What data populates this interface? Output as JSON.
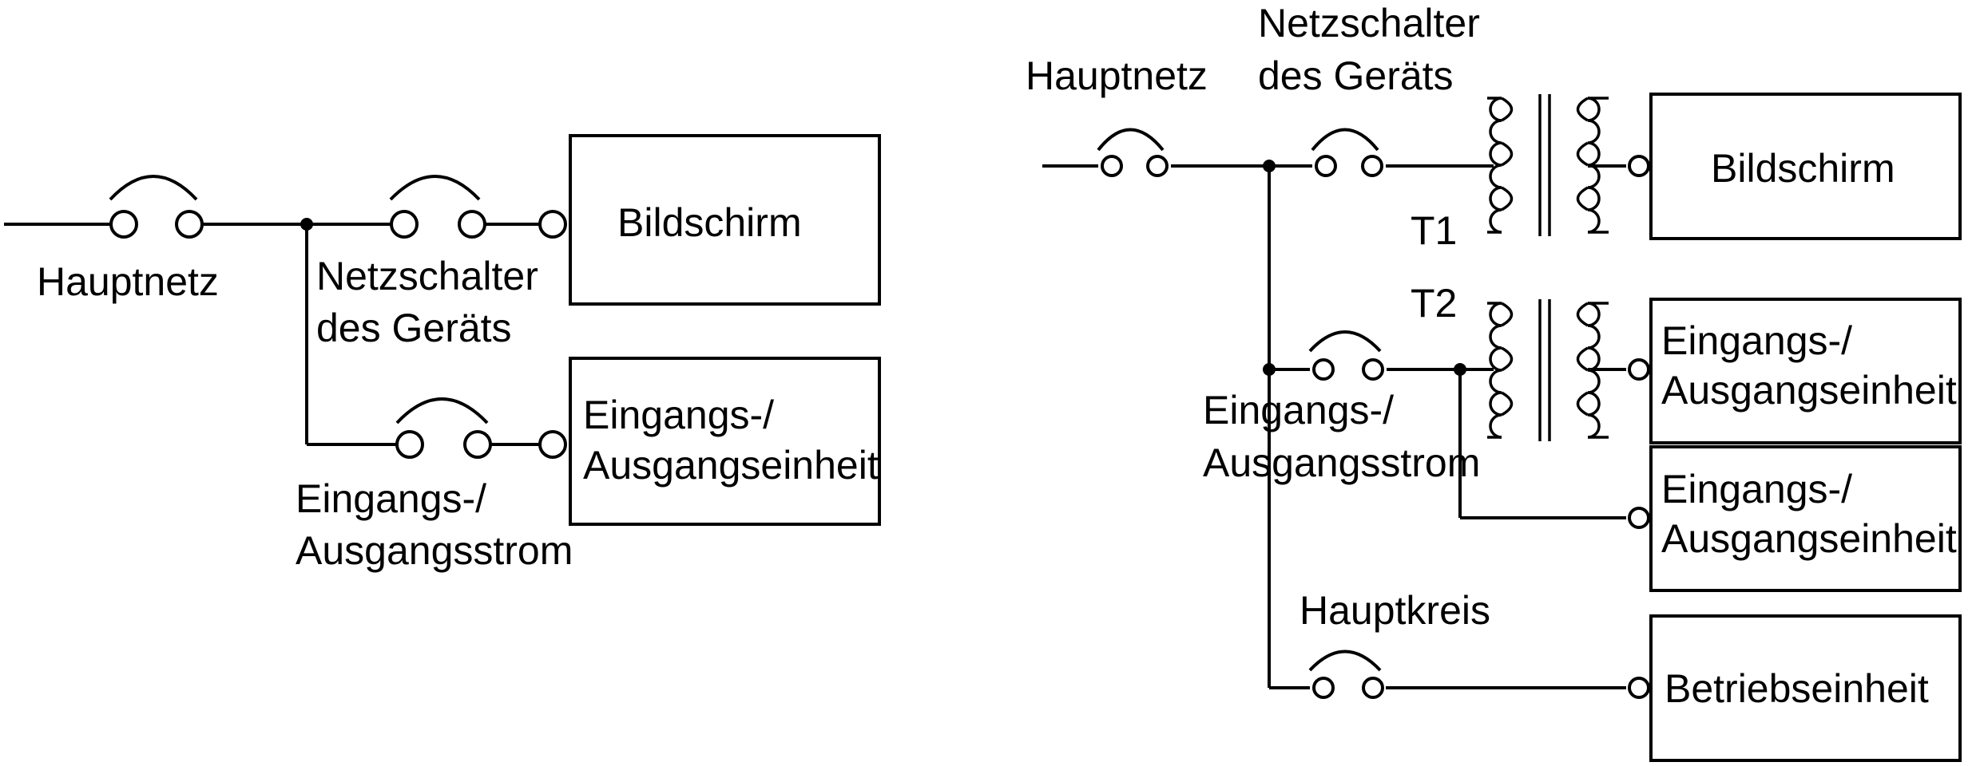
{
  "left_diagram": {
    "main_supply_label": "Hauptnetz",
    "device_switch_label": [
      "Netzschalter",
      "des Geräts"
    ],
    "io_power_label": [
      "Eingangs-/",
      "Ausgangsstrom"
    ],
    "display_box": "Bildschirm",
    "io_unit_box": [
      "Eingangs-/",
      "Ausgangseinheit"
    ]
  },
  "right_diagram": {
    "main_supply_label": "Hauptnetz",
    "device_switch_label": [
      "Netzschalter",
      "des Geräts"
    ],
    "transformer_1": "T1",
    "transformer_2": "T2",
    "io_power_label": [
      "Eingangs-/",
      "Ausgangsstrom"
    ],
    "main_circuit_label": "Hauptkreis",
    "display_box": "Bildschirm",
    "io_unit_box_1": [
      "Eingangs-/",
      "Ausgangseinheit"
    ],
    "io_unit_box_2": [
      "Eingangs-/",
      "Ausgangseinheit"
    ],
    "operating_unit_box": "Betriebseinheit"
  }
}
